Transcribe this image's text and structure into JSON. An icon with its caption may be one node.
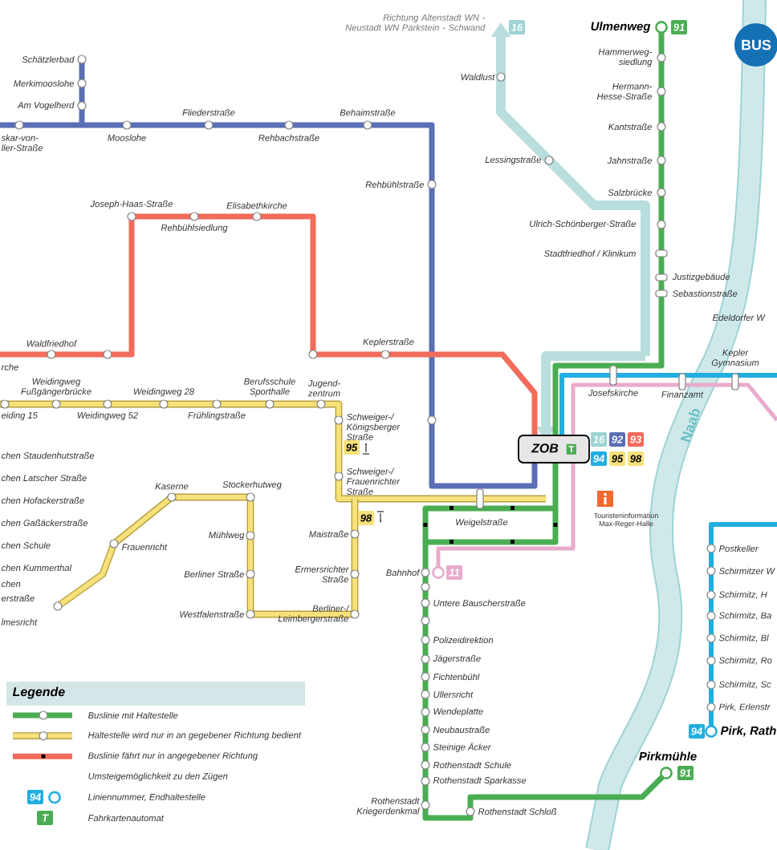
{
  "diagram": {
    "nodes": [
      {
        "text": [
          "ZOB",
          "T"
        ],
        "beside": [
          "16",
          "92",
          "93",
          "94",
          "95",
          "98"
        ]
      },
      {
        "text": [
          "BUS"
        ]
      }
    ],
    "labels": [
      "Richtung Altenstadt WN - Neustadt WN Parkstein - Schwand",
      "16",
      "Ulmenweg",
      "91",
      "Schätzlerbad",
      "Merkimooslohe",
      "Am Vogelherd",
      "Hammerweg-siedlung",
      "Waldlust",
      "Hermann-Hesse-Straße",
      "Fliederstraße",
      "Behaimstraße",
      "skar-von- ller-Straße",
      "Mooslohe",
      "Rehbachstraße",
      "Kantstraße",
      "Lessingstraße",
      "Rehbühlstraße",
      "Jahnstraße",
      "Salzbrücke",
      "Joseph-Haas-Straße",
      "Elisabethkirche",
      "Rehbühlsiedlung",
      "Ulrich-Schönberger-Straße",
      "Stadtfriedhof / Klinikum",
      "Justizgebäude",
      "Sebastionstraße",
      "Edeldorfer W",
      "Waldfriedhof",
      "Keplerstraße",
      "Kepler Gymnasium",
      "rche",
      "Weidingweg Fußgängerbrücke",
      "Weidingweg 28",
      "Berufsschule Sporthalle",
      "Jugend-zentrum",
      "eiding 15",
      "Weidingweg 52",
      "Frühlingstraße",
      "Josefskirche",
      "Finanzamt",
      "Schweiger-/ Königsberger Straße",
      "Naab",
      "95",
      "chen Staudenhutstraße",
      "chen Latscher Straße",
      "Schweiger-/ Frauenrichter Straße",
      "Kaserne",
      "Stockerhutweg",
      "chen Hofackerstraße",
      "98",
      "Weigelstraße",
      "Touristeninformation Max-Reger-Halle",
      "chen Gaßäckerstraße",
      "Mühlweg",
      "Maistraße",
      "chen Schule",
      "Frauenricht",
      "Postkeller",
      "chen Kummerthal",
      "Berliner Straße",
      "Ermersrichter Straße",
      "Bahnhof",
      "11",
      "Schirmitzer W",
      "chen",
      "erstraße",
      "Schirmitz, H",
      "Untere Bauscherstraße",
      "Westfalenstraße",
      "Berliner-/ Leimbergerstraße",
      "Schirmitz, Ba",
      "lmesricht",
      "Polizeidirektion",
      "Schirmitz, Bl",
      "Jägerstraße",
      "Schirmitz, Ro",
      "Fichtenbühl",
      "Schirmitz, Sc",
      "Ullersricht",
      "Legende",
      "Wendeplatte",
      "Pirk, Erlenstr",
      "Neubaustraße",
      "94",
      "Pirk, Rath",
      "Steinige Äcker",
      "Pirkmühle",
      "Rothenstadt Schule",
      "91",
      "Rothenstadt Sparkasse",
      "Rothenstadt Kriegerdenkmal",
      "94",
      "Rothenstadt Schloß",
      "T"
    ],
    "legend": [
      {
        "text": "Buslinie mit Haltestelle"
      },
      {
        "text": "Haltestelle wird nur in an gegebener Richtung bedient"
      },
      {
        "text": "Buslinie fährt nur in angegebener Richtung"
      },
      {
        "text": "Umsteigemöglichkeit zu den Zügen"
      },
      {
        "text": "Liniennummer, Endhaltestelle"
      },
      {
        "text": "Fahrkartenautomat"
      }
    ]
  }
}
